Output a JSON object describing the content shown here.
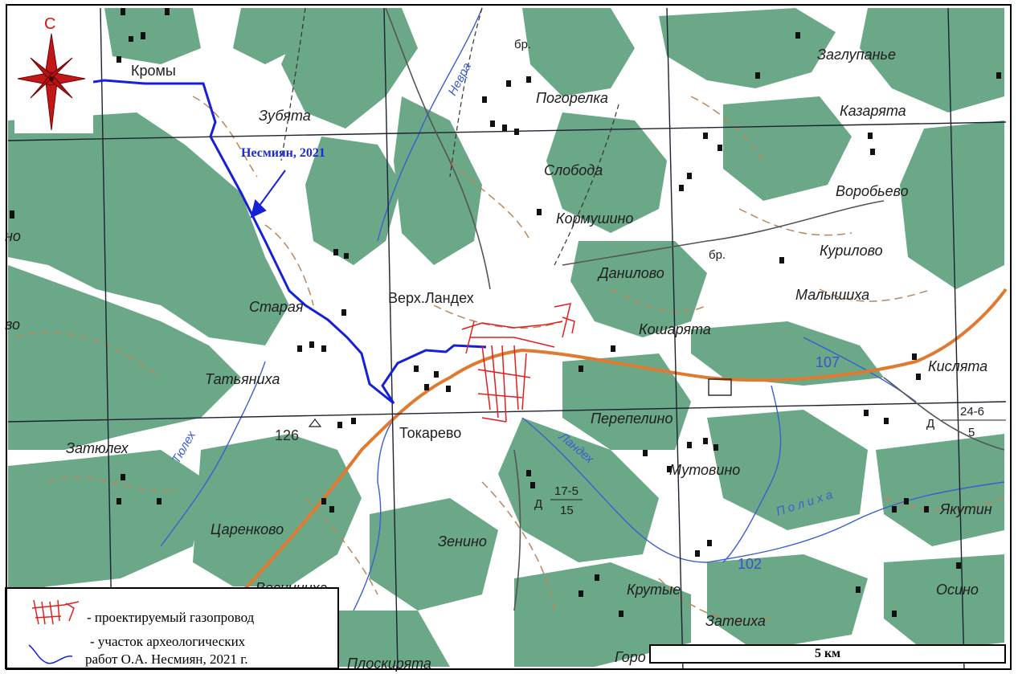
{
  "map": {
    "places": [
      {
        "id": "kromy",
        "label": "Кромы"
      },
      {
        "id": "zubyata",
        "label": "Зубята"
      },
      {
        "id": "pogorelka",
        "label": "Погорелка"
      },
      {
        "id": "sloboda",
        "label": "Слобода"
      },
      {
        "id": "kormushino",
        "label": "Кормушино"
      },
      {
        "id": "zaglupanye",
        "label": "Заглупанье"
      },
      {
        "id": "kazaryata",
        "label": "Казарята"
      },
      {
        "id": "vorobyevo",
        "label": "Воробьево"
      },
      {
        "id": "kurilovo",
        "label": "Курилово"
      },
      {
        "id": "danilovo",
        "label": "Данилово"
      },
      {
        "id": "malyshikha",
        "label": "Малышиха"
      },
      {
        "id": "verkh_landekh",
        "label": "Верх.Ландех"
      },
      {
        "id": "starya",
        "label": "Старая"
      },
      {
        "id": "koshcharyata",
        "label": "Кошарята"
      },
      {
        "id": "tatyanikha",
        "label": "Татьяниха"
      },
      {
        "id": "kislyata",
        "label": "Кислята"
      },
      {
        "id": "tokarevo",
        "label": "Токарево"
      },
      {
        "id": "perepelino",
        "label": "Перепелино"
      },
      {
        "id": "zatyulekh",
        "label": "Затюлех"
      },
      {
        "id": "mutovino",
        "label": "Мутовино"
      },
      {
        "id": "yakutino",
        "label": "Якутин"
      },
      {
        "id": "tsarenkovo",
        "label": "Царенково"
      },
      {
        "id": "zenino",
        "label": "Зенино"
      },
      {
        "id": "krutye",
        "label": "Крутые"
      },
      {
        "id": "osino",
        "label": "Осино"
      },
      {
        "id": "vesninikha",
        "label": "Весниниха"
      },
      {
        "id": "zateikha",
        "label": "Затеиха"
      },
      {
        "id": "ploskiryata",
        "label": "Плоскирята"
      },
      {
        "id": "goro",
        "label": "Горо"
      },
      {
        "id": "no_left",
        "label": "но"
      },
      {
        "id": "vo_left",
        "label": "во"
      }
    ],
    "rivers": [
      {
        "id": "nevra",
        "label": "Невра"
      },
      {
        "id": "tyulekh",
        "label": "Тюлех"
      },
      {
        "id": "landekh",
        "label": "Ландех"
      },
      {
        "id": "polikha",
        "label": "П о л и х а"
      }
    ],
    "labels": {
      "br1": "бр.",
      "br2": "бр.",
      "elev126": "126",
      "num107": "107",
      "num102": "102",
      "ferry1_top": "17-5",
      "ferry1_bottom": "15",
      "ferry1_d": "Д",
      "ferry2_top": "24-6",
      "ferry2_bottom": "5",
      "ferry2_d": "Д"
    },
    "author_label": "Несмиян, 2021",
    "north_label": "С"
  },
  "legend": {
    "gas_pipeline": "- проектируемый газопровод",
    "arch_line1": "- участок археологических",
    "arch_line2": "работ О.А. Несмиян, 2021 г."
  },
  "scale": {
    "label": "5 км"
  },
  "colors": {
    "forest": "#6aa888",
    "open": "#ffffff",
    "contour": "#b8865a",
    "road": "#e07a30",
    "grid": "#1c2230",
    "river": "#3c5fd0",
    "survey": "#1520d8",
    "pipeline": "#e11f1f"
  }
}
